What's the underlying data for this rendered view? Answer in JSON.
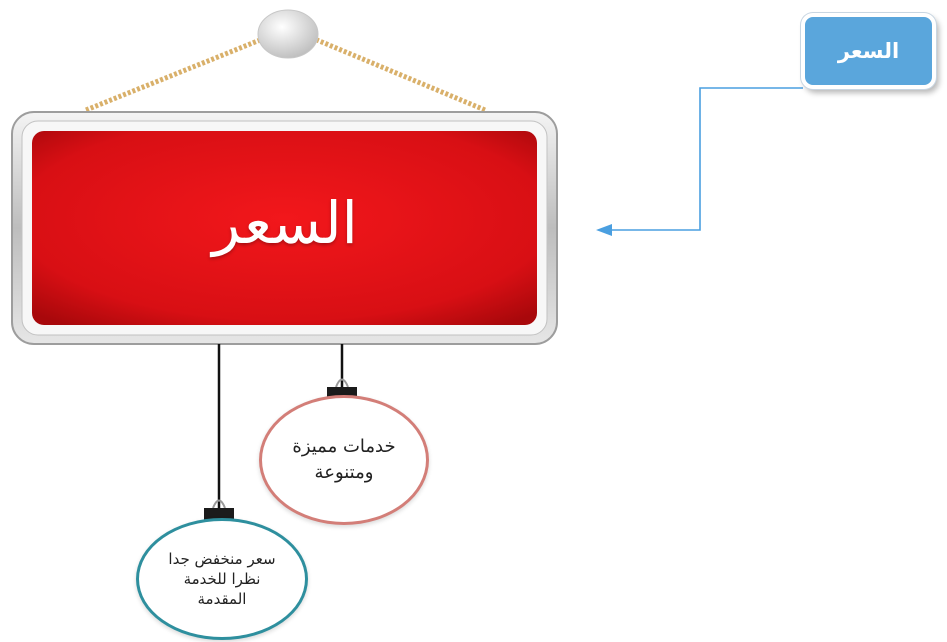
{
  "sign": {
    "title": "السعر"
  },
  "callout": {
    "label": "السعر"
  },
  "tags": [
    {
      "text": "خدمات مميزة ومتنوعة"
    },
    {
      "text": "سعر منخفض جدا نظرا للخدمة المقدمة"
    }
  ],
  "colors": {
    "sign_red": "#e01217",
    "frame_silver": "#c8c8c8",
    "rope": "#d9b06a",
    "callout_blue": "#5aa6dc",
    "connector_blue": "#4a9fe0",
    "tag_red_border": "#d37e78",
    "tag_teal_border": "#2e8f9e"
  }
}
